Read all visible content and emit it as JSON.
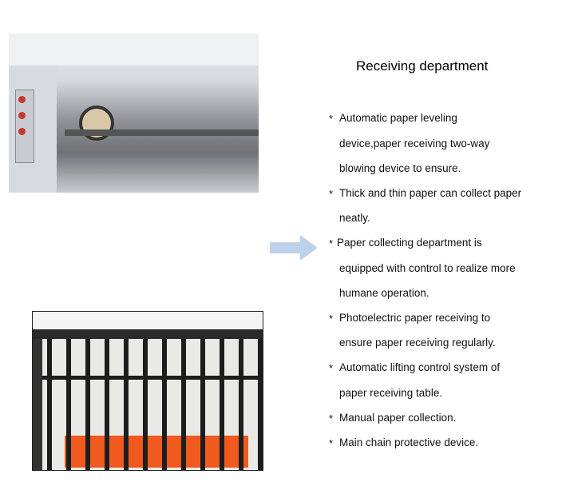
{
  "title": "Receiving department",
  "bullets": [
    {
      "star": "*",
      "lines": [
        "Automatic paper leveling",
        "device,paper receiving two-way",
        "blowing device to ensure."
      ]
    },
    {
      "star": "*",
      "lines": [
        "Thick and thin paper can collect paper",
        "neatly."
      ]
    },
    {
      "star": "*",
      "lines": [
        "Paper collecting department is",
        "equipped with control to realize more",
        "humane operation."
      ]
    },
    {
      "star": "*",
      "lines": [
        "Photoelectric paper receiving to",
        "ensure paper receiving regularly."
      ]
    },
    {
      "star": "*",
      "lines": [
        "Automatic lifting control system of",
        "paper receiving table."
      ]
    },
    {
      "star": "*",
      "lines": [
        "Manual paper collection."
      ]
    },
    {
      "star": "*",
      "lines": [
        "Main chain protective device."
      ]
    }
  ],
  "colors": {
    "arrow": "#bcd2ea",
    "orange_table": "#f05a1e"
  }
}
